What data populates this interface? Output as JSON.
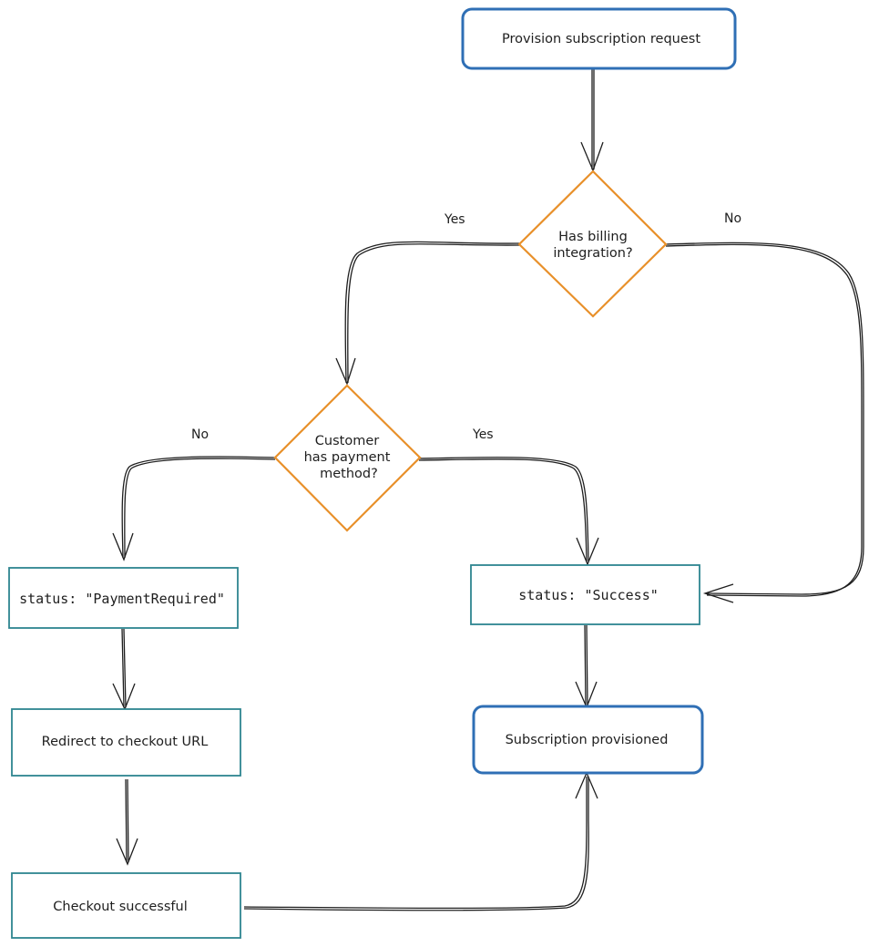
{
  "diagram": {
    "nodes": {
      "provision_request": {
        "label": "Provision subscription request",
        "shape": "terminal"
      },
      "has_billing": {
        "lines": [
          "Has billing",
          "integration?"
        ],
        "shape": "decision"
      },
      "has_payment": {
        "lines": [
          "Customer",
          "has payment",
          "method?"
        ],
        "shape": "decision"
      },
      "status_payment_required": {
        "label": "status: \"PaymentRequired\"",
        "shape": "process"
      },
      "status_success": {
        "label": "status: \"Success\"",
        "shape": "process"
      },
      "redirect_checkout": {
        "label": "Redirect to checkout URL",
        "shape": "process"
      },
      "checkout_successful": {
        "label": "Checkout successful",
        "shape": "process"
      },
      "subscription_provisioned": {
        "label": "Subscription provisioned",
        "shape": "terminal"
      }
    },
    "edge_labels": {
      "billing_yes": "Yes",
      "billing_no": "No",
      "payment_no": "No",
      "payment_yes": "Yes"
    },
    "colors": {
      "terminal_stroke": "#2f6fb5",
      "decision_stroke": "#e8902a",
      "process_stroke": "#2e8590",
      "edge_stroke": "#1e1e1e",
      "text": "#1e1e1e"
    }
  }
}
